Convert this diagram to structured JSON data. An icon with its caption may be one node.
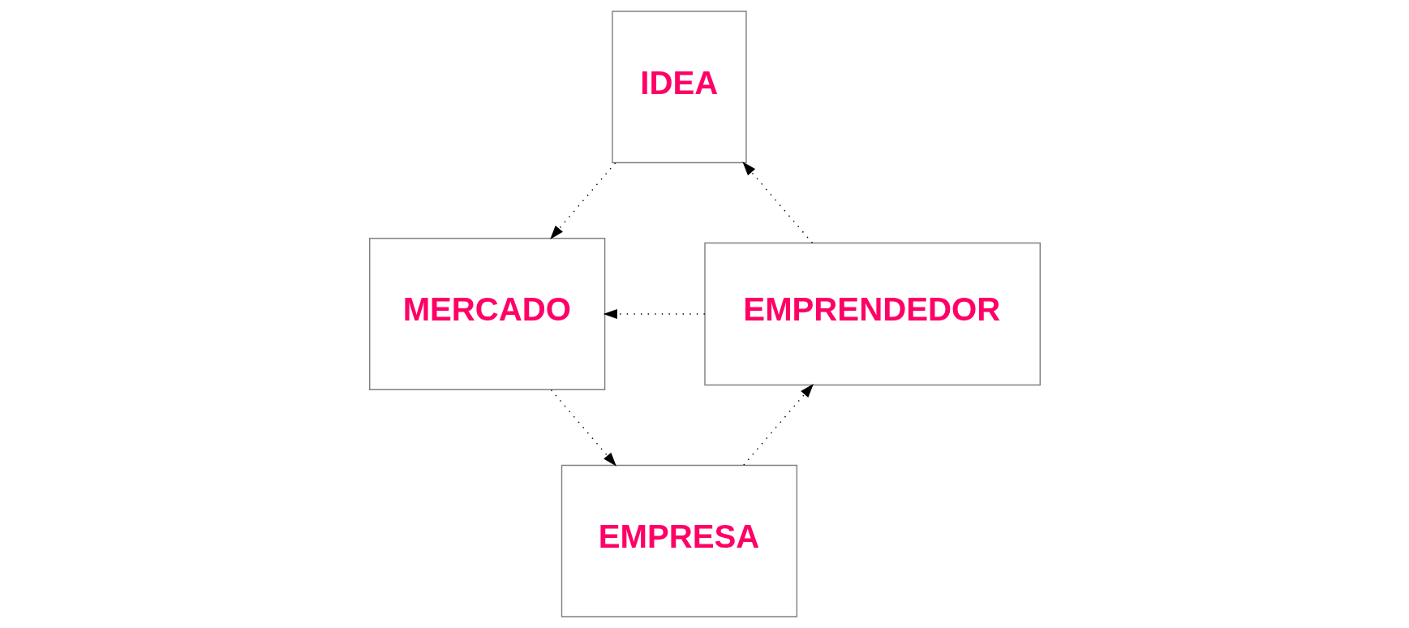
{
  "diagram": {
    "nodes": [
      {
        "text": [
          "IDEA"
        ]
      },
      {
        "text": [
          "EMPRENDEDOR"
        ]
      },
      {
        "text": [
          "MERCADO"
        ]
      },
      {
        "text": [
          "EMPRESA"
        ]
      }
    ],
    "edges": [
      {
        "from": 1,
        "to": 0,
        "arrow": "to"
      },
      {
        "from": 0,
        "to": 2,
        "arrow": "to"
      },
      {
        "from": 1,
        "to": 2,
        "arrow": "to"
      },
      {
        "from": 2,
        "to": 3,
        "arrow": "to"
      },
      {
        "from": 3,
        "to": 1,
        "arrow": "to"
      }
    ]
  }
}
